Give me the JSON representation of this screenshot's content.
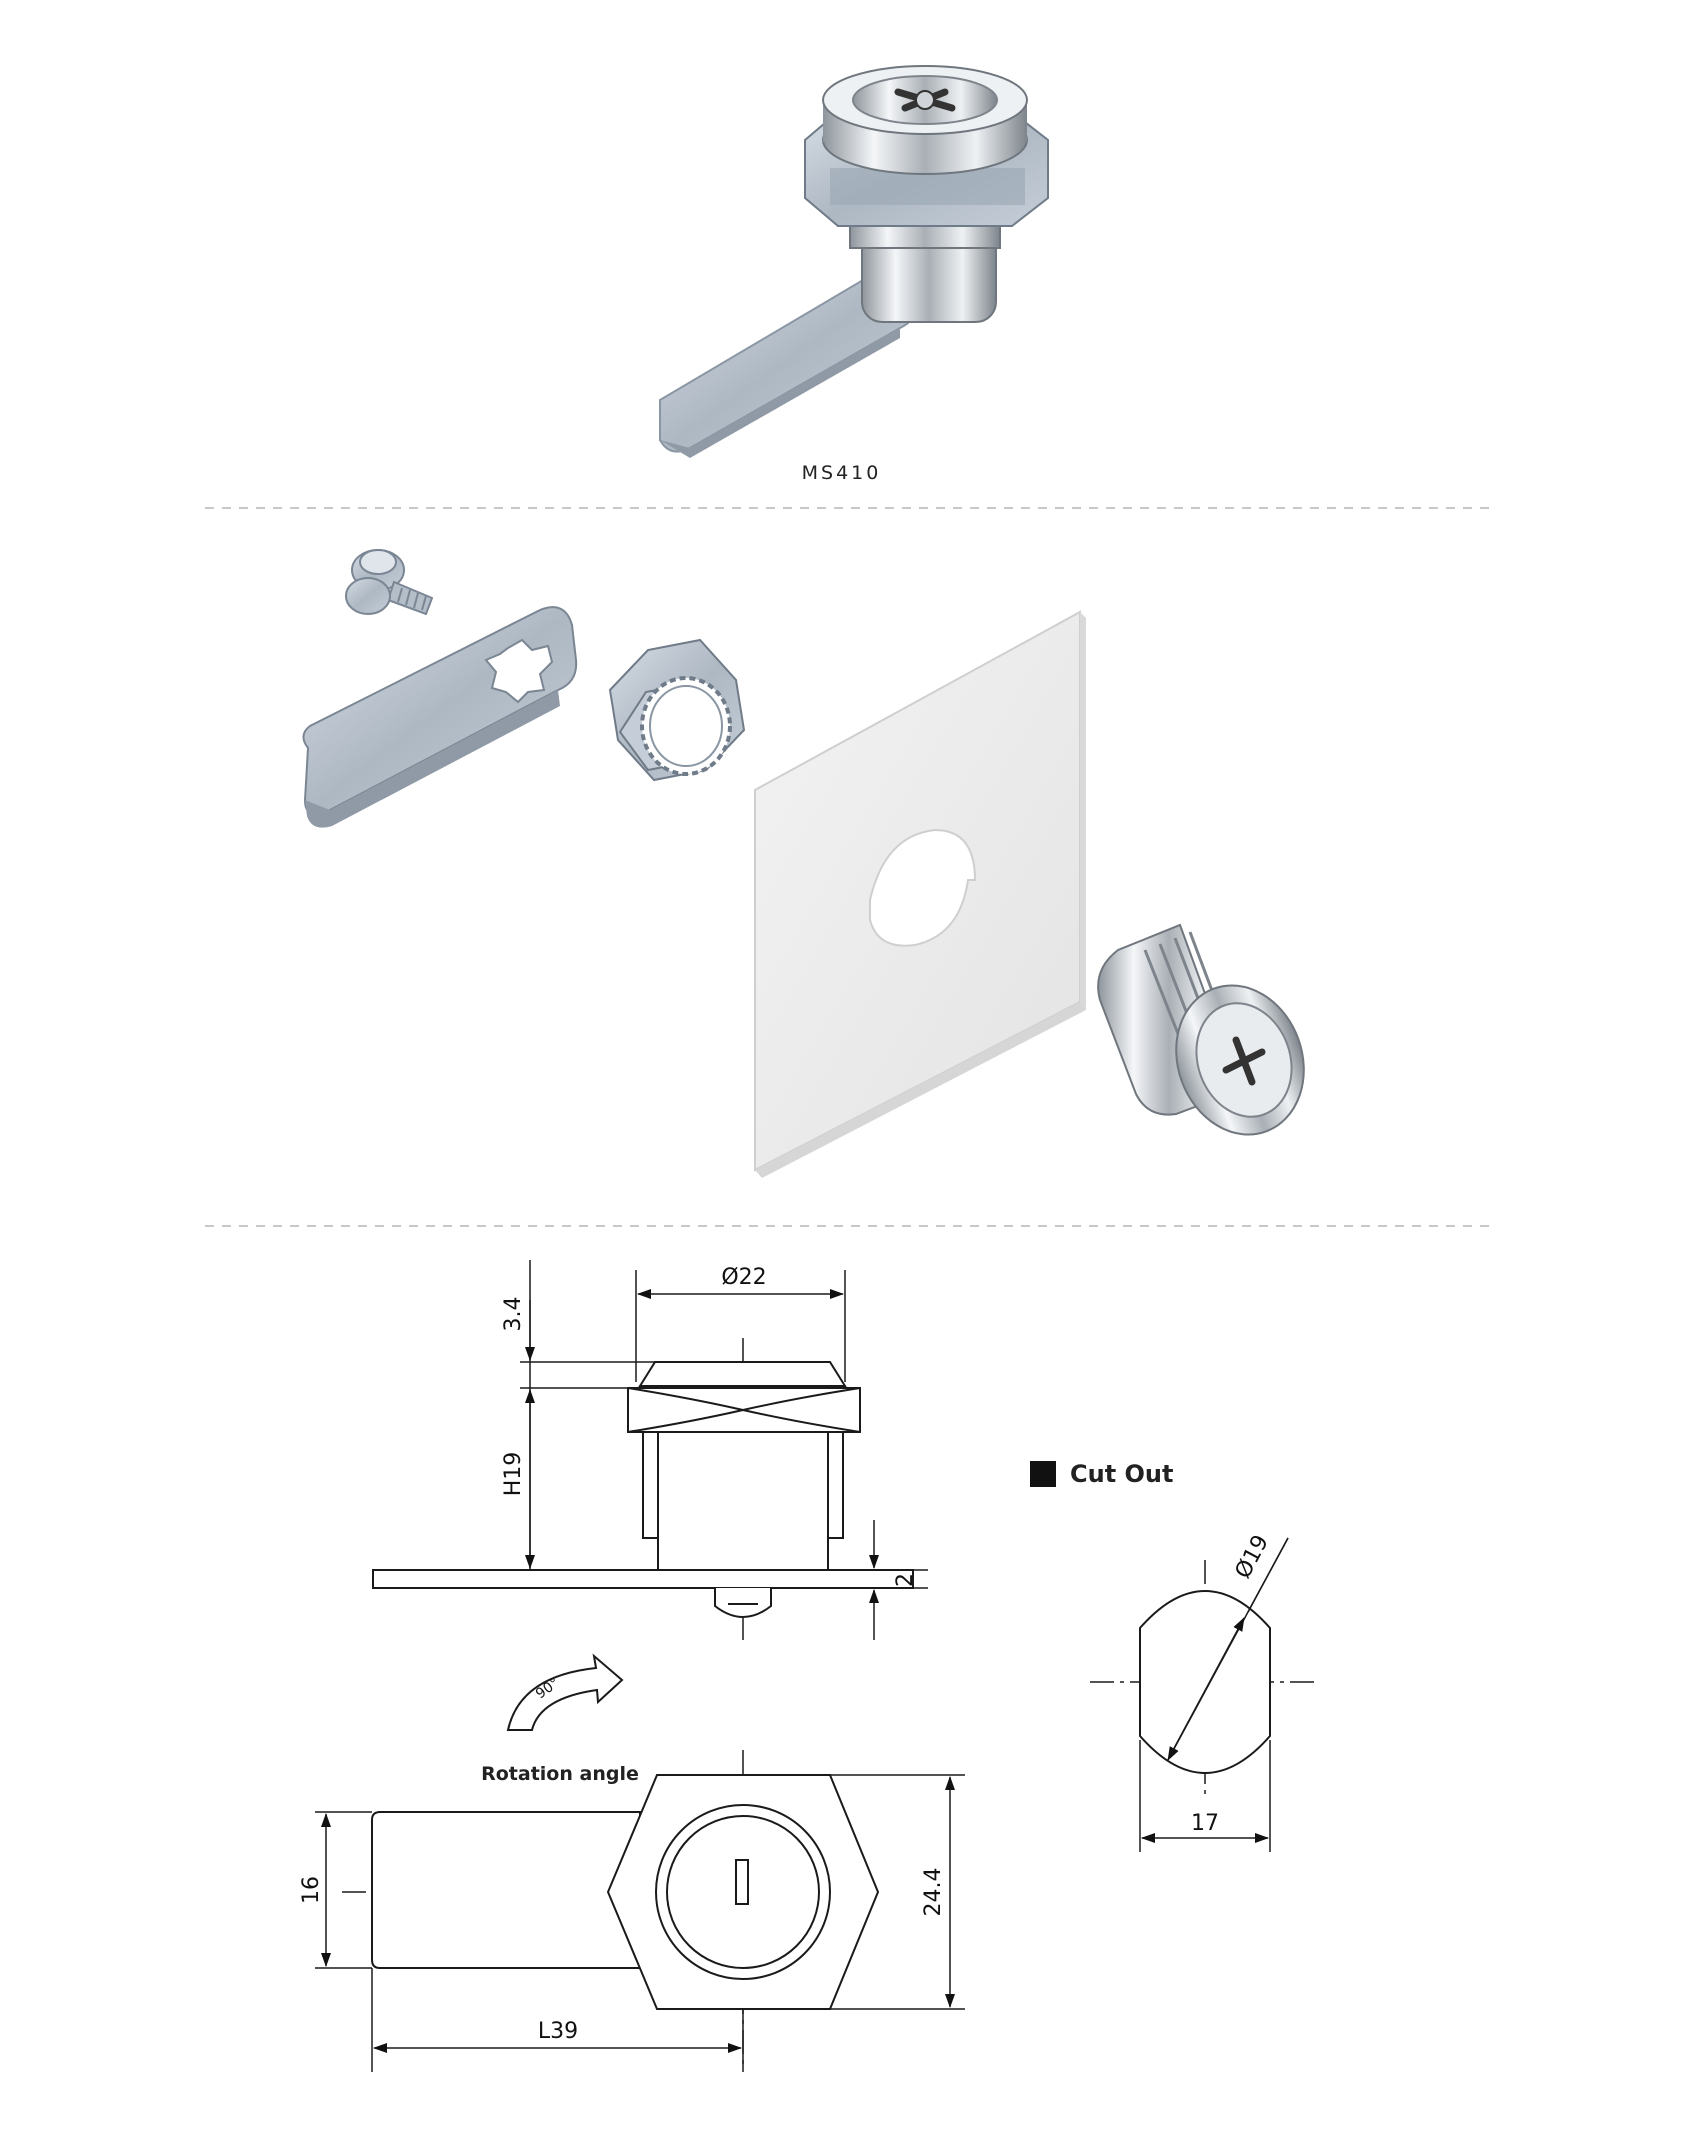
{
  "product": {
    "model": "MS410"
  },
  "cutout": {
    "title": "Cut Out",
    "diameter": "Ø19",
    "width": "17"
  },
  "front_view": {
    "top_height": "3.4",
    "diameter": "Ø22",
    "height": "H19",
    "cam_thickness": "2"
  },
  "rotation": {
    "angle": "90°",
    "label": "Rotation angle"
  },
  "bottom_view": {
    "cam_width": "16",
    "hex_width": "24.4",
    "cam_length": "L39"
  },
  "colors": {
    "metal": "#c9cdd2",
    "zinc": "#b8c3cf",
    "panel": "#ebebeb",
    "line": "#1a1a1a",
    "divider": "#c8c8c8"
  }
}
